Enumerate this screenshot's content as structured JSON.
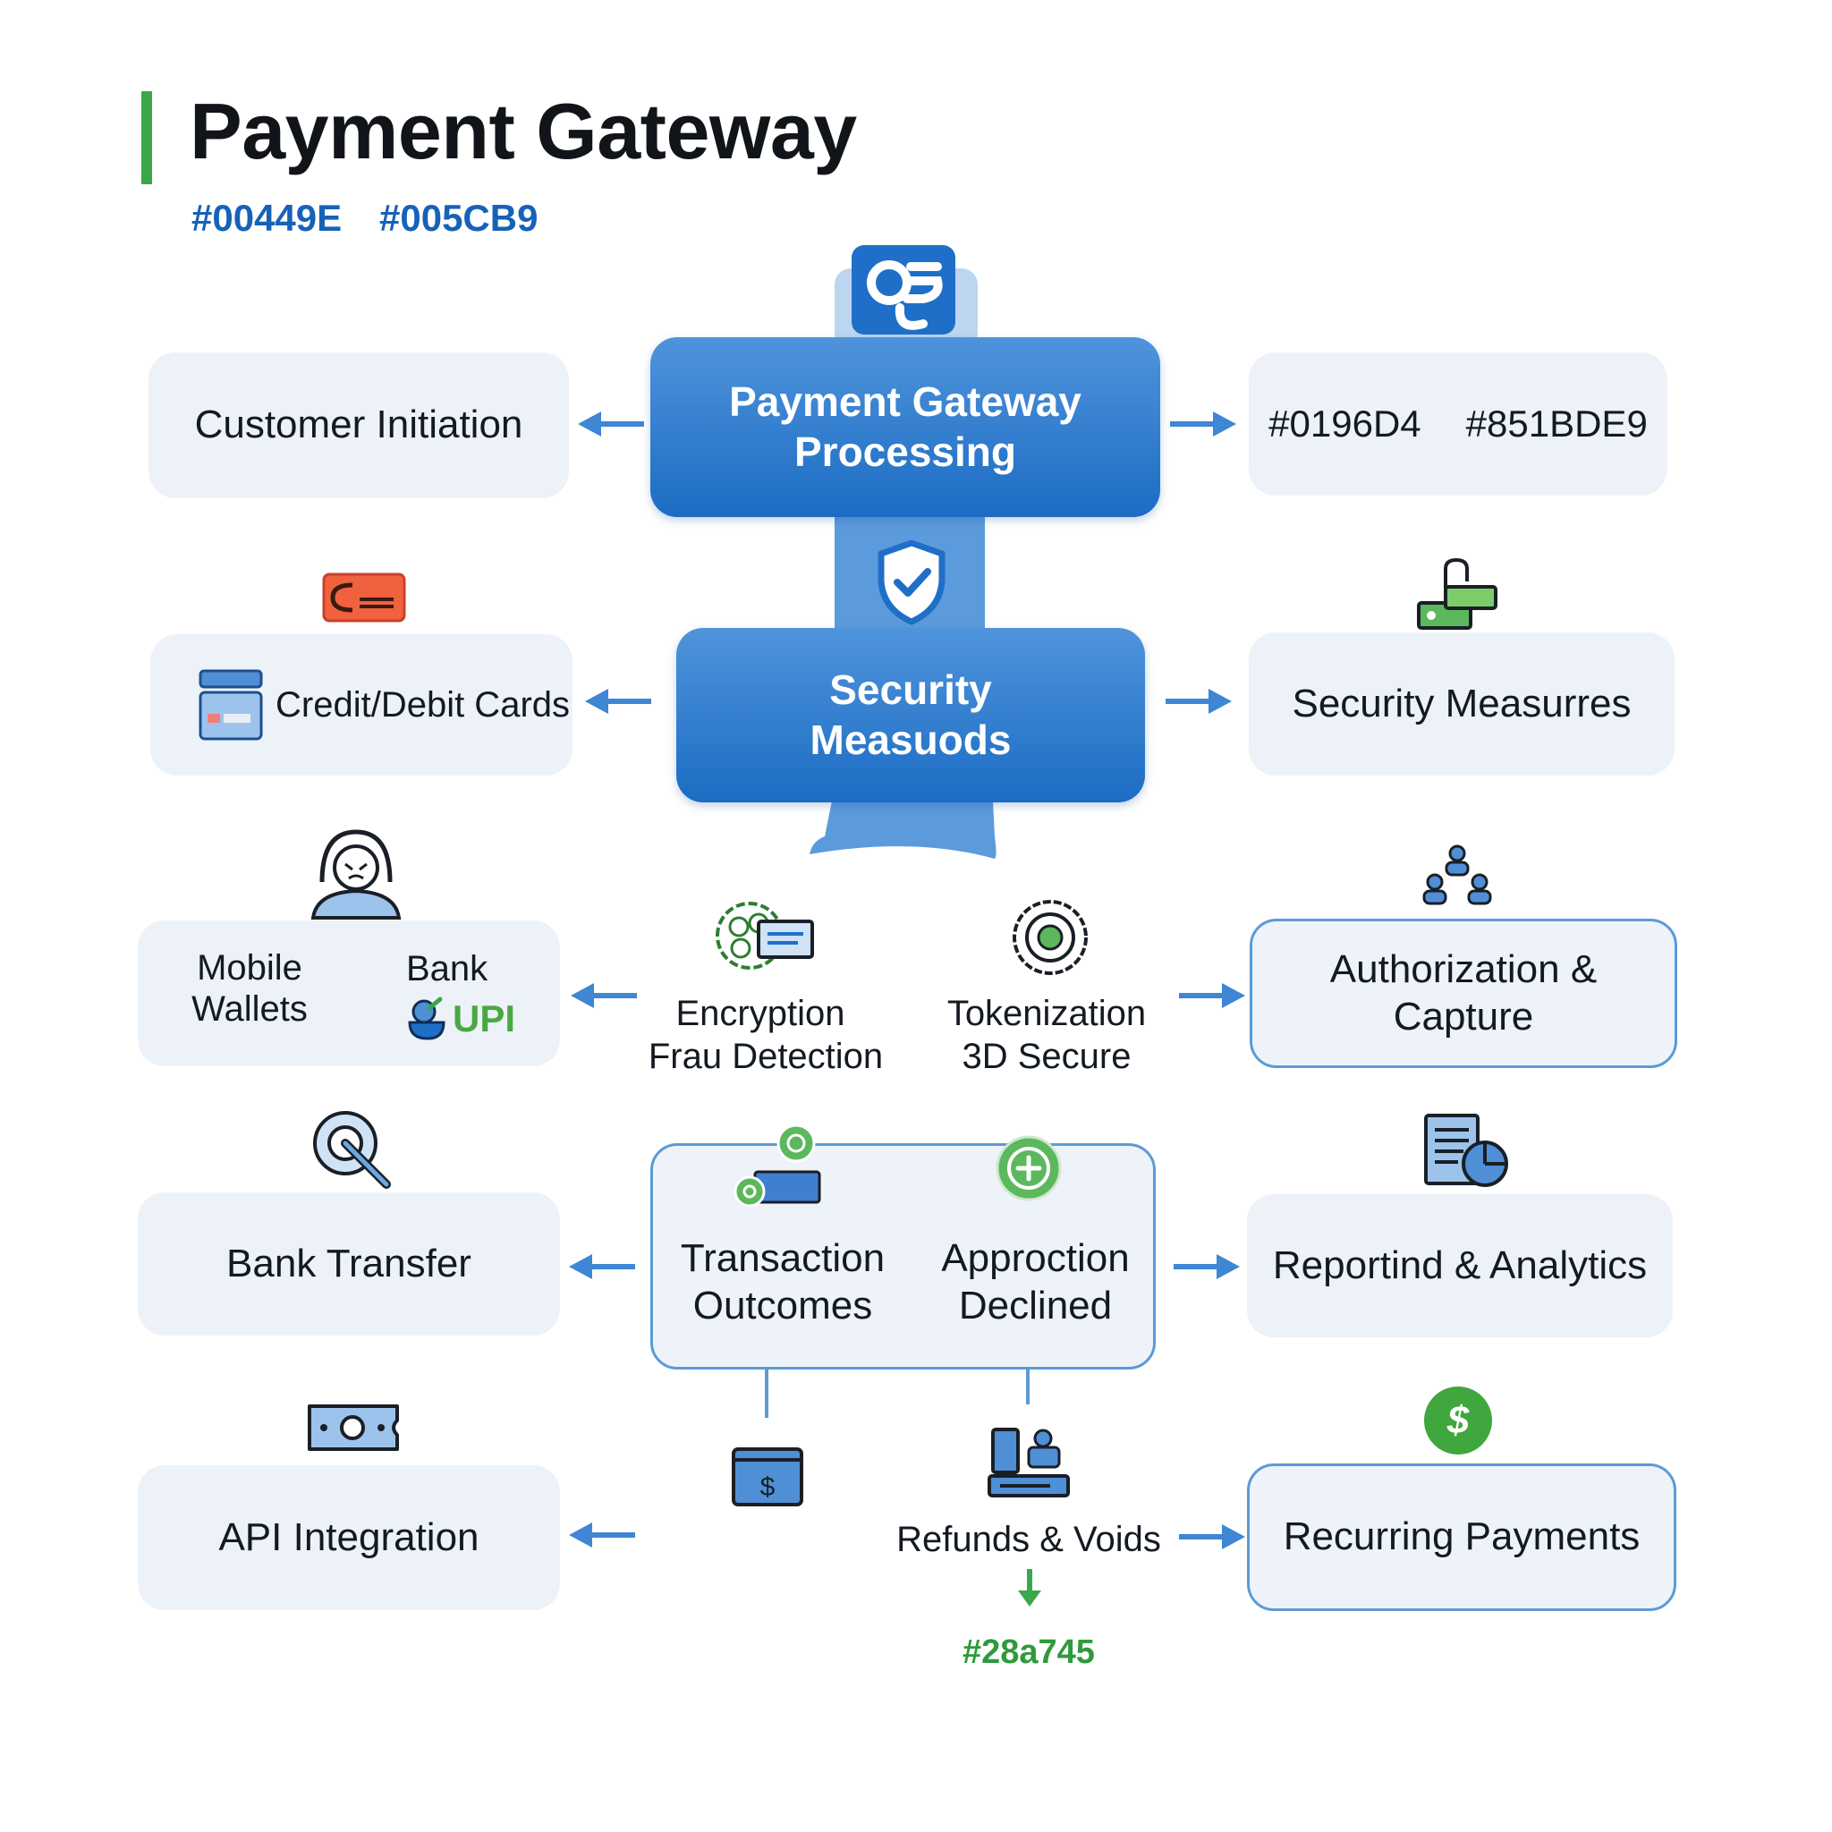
{
  "header": {
    "title": "Payment Gateway",
    "hex_1": "#00449E",
    "hex_2": "#005CB9"
  },
  "center": {
    "processing_line1": "Payment Gateway",
    "processing_line2": "Processing",
    "security_line1": "Security",
    "security_line2": "Measuods",
    "encryption": "Encryption",
    "fraud_detection": "Frau Detection",
    "tokenization": "Tokenization",
    "three_d_secure": "3D Secure",
    "outcomes_line1": "Transaction",
    "outcomes_line2": "Outcomes",
    "approval_line1": "Approction",
    "approval_line2": "Declined",
    "refunds": "Refunds & Voids",
    "refund_hex": "#28a745"
  },
  "left": {
    "customer_initiation": "Customer Initiation",
    "cards": "Credit/Debit Cards",
    "mobile_line1": "Mobile",
    "mobile_line2": "Wallets",
    "bank_label": "Bank",
    "upi_label": "UPI",
    "bank_transfer": "Bank Transfer",
    "api_integration": "API Integration"
  },
  "right": {
    "hex_1": "#0196D4",
    "hex_2": "#851BDE9",
    "security_measures": "Security Measurres",
    "auth_line1": "Authorization &",
    "auth_line2": "Capture",
    "reporting": "Reportind & Analytics",
    "recurring": "Recurring Payments"
  },
  "colors": {
    "accent_green": "#3aa84a",
    "primary_blue": "#1c6cc4",
    "light_box": "#edf2f8",
    "outline_blue": "#5b9bd5"
  }
}
